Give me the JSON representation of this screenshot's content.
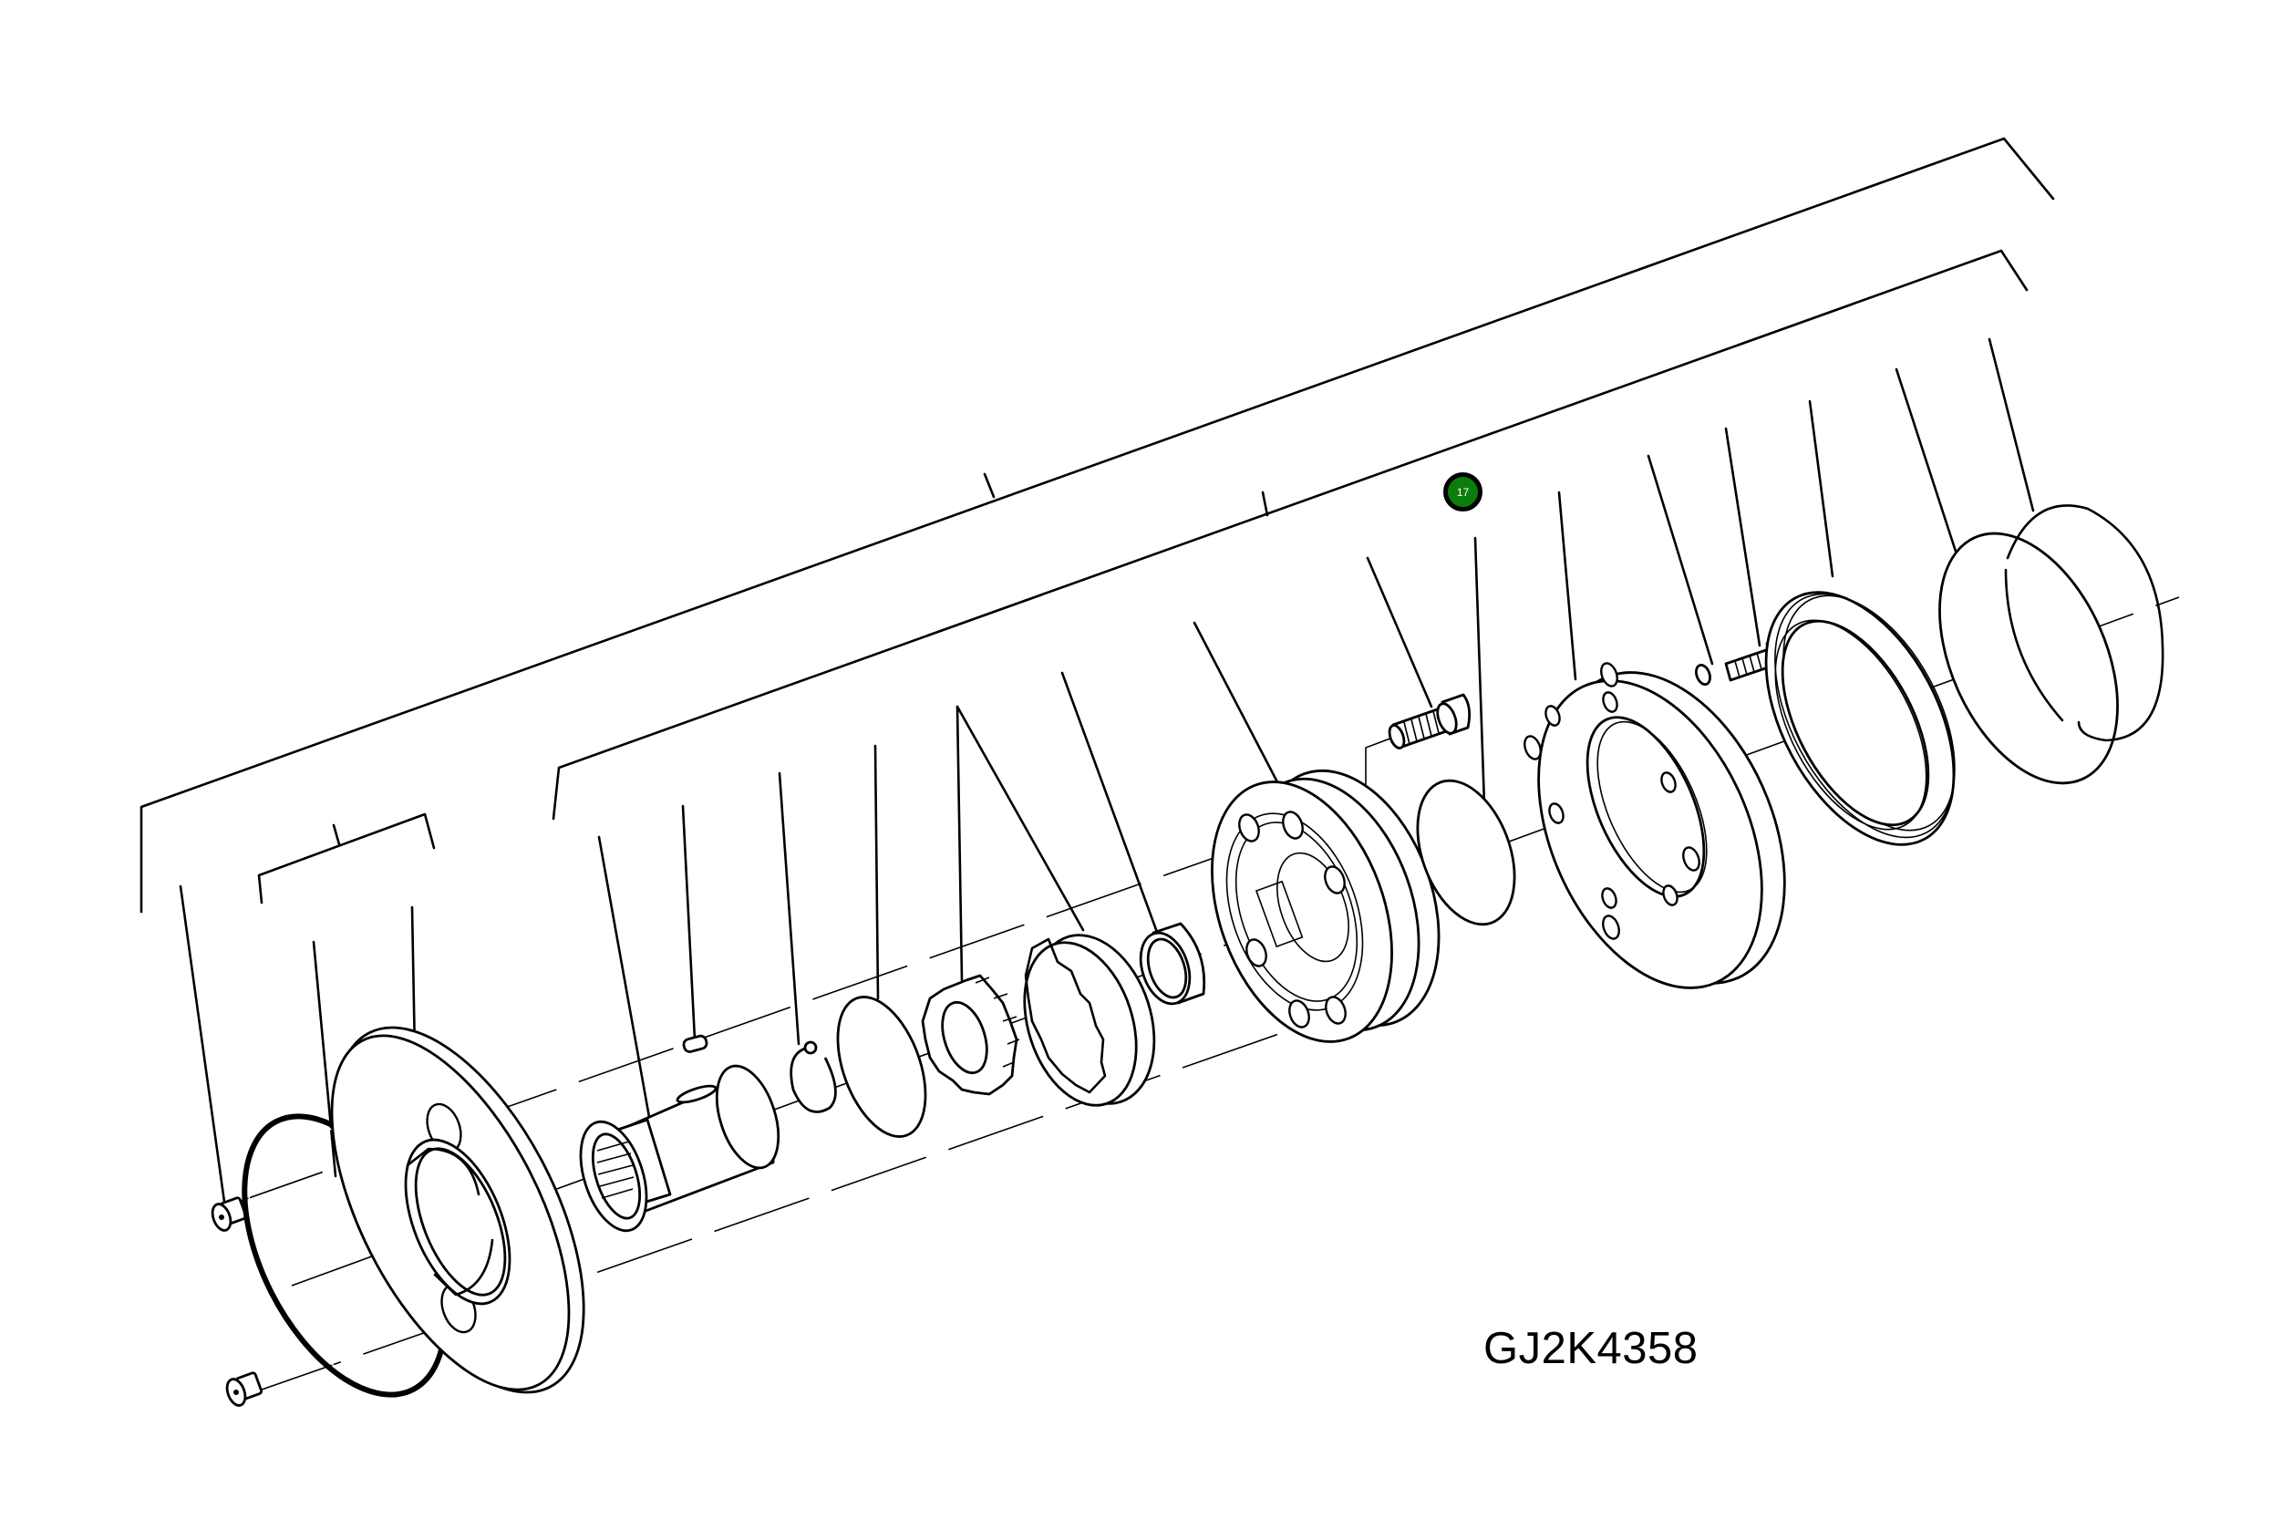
{
  "diagram": {
    "type": "exploded-parts-view",
    "drawing_number": "GJ2K4358",
    "callouts": [
      {
        "label": "17",
        "color": "#0a7d0a",
        "border": "#000000"
      }
    ],
    "parts_depicted": [
      "countersunk-screw-upper",
      "countersunk-screw-lower",
      "o-ring-large",
      "end-flange-plate",
      "splined-shaft-sleeve",
      "key",
      "snap-ring",
      "thrust-washer",
      "inner-gear-rotor",
      "outer-gear-ring",
      "bushing",
      "housing-hub",
      "socket-head-cap-screw-1",
      "seal-disc",
      "bolt-flange",
      "small-washer",
      "socket-head-cap-screw-2",
      "lip-seal-ring",
      "seal-disc-2",
      "seal-disc-3"
    ]
  }
}
